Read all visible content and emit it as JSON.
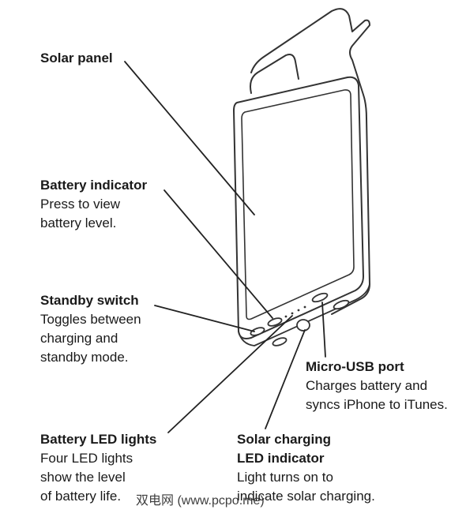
{
  "callouts": {
    "solar_panel": {
      "title": "Solar panel"
    },
    "battery_indicator": {
      "title": "Battery indicator",
      "desc_lines": [
        "Press to view",
        "battery level."
      ]
    },
    "standby_switch": {
      "title": "Standby switch",
      "desc_lines": [
        "Toggles between",
        "charging and",
        "standby mode."
      ]
    },
    "micro_usb": {
      "title": "Micro-USB port",
      "desc_lines": [
        "Charges battery and",
        "syncs iPhone to iTunes."
      ]
    },
    "battery_led": {
      "title": "Battery LED lights",
      "desc_lines": [
        "Four LED lights",
        "show the level",
        "of battery life."
      ]
    },
    "solar_led": {
      "title_lines": [
        "Solar charging",
        "LED indicator"
      ],
      "desc_lines": [
        "Light turns on to",
        "indicate solar charging."
      ]
    }
  },
  "watermark": "双电网 (www.pcpo.me)"
}
